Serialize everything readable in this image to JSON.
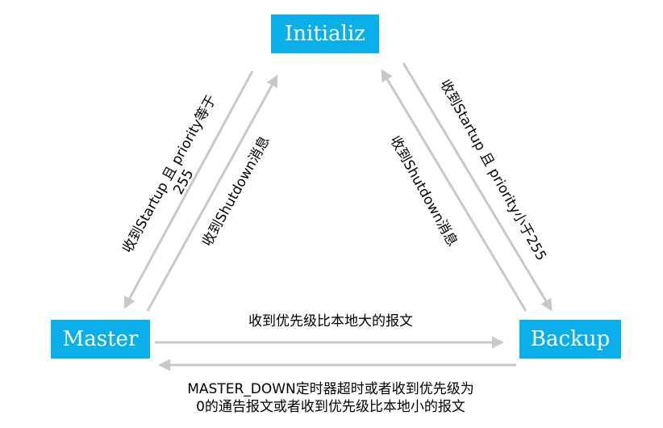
{
  "states": {
    "init": "Initializ",
    "master": "Master",
    "backup": "Backup"
  },
  "transitions": {
    "init_to_master_line1": "收到Startup 且 priority等于",
    "init_to_master_line2": "255",
    "master_to_init": "收到Shutdown消息",
    "backup_to_init": "收到Shutdown消息",
    "init_to_backup": "收到Startup 且 priority小于255",
    "master_to_backup": "收到优先级比本地大的报文",
    "backup_to_master_line1": "MASTER_DOWN定时器超时或者收到优先级为",
    "backup_to_master_line2": "0的通告报文或者收到优先级比本地小的报文"
  },
  "colors": {
    "state_fill": "#0aaee8",
    "state_text": "#ffffff",
    "arrow": "#c8c8c8",
    "label": "#000000"
  }
}
